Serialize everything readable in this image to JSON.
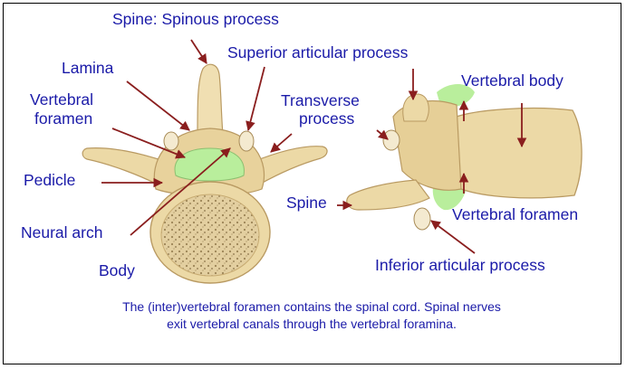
{
  "labels": {
    "spine_top": "Spine: Spinous process",
    "lamina": "Lamina",
    "vertebral_foramen_1": "Vertebral",
    "vertebral_foramen_2": "foramen",
    "pedicle": "Pedicle",
    "neural_arch": "Neural arch",
    "body": "Body",
    "superior_articular": "Superior articular process",
    "transverse_1": "Transverse",
    "transverse_2": "process",
    "vertebral_body": "Vertebral body",
    "spine_side": "Spine",
    "vertebral_foramen_side": "Vertebral foramen",
    "inferior_articular": "Inferior articular process"
  },
  "caption": {
    "line1": "The (inter)vertebral foramen contains the spinal cord. Spinal nerves",
    "line2": "exit vertebral canals through the vertebral foramina."
  },
  "colors": {
    "label": "#1a1aa8",
    "bone": "#ecd9a6",
    "bone_shadow": "#c7ab72",
    "foramen": "#b9ee9c",
    "arrow": "#8a1e1e",
    "spongy": "#cbb188"
  }
}
